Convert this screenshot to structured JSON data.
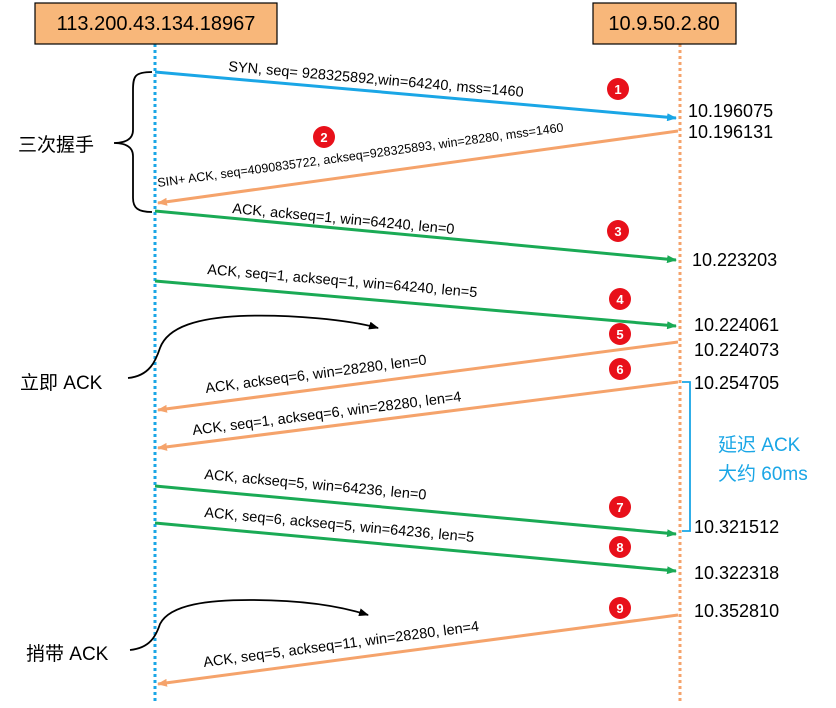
{
  "hosts": {
    "left": "113.200.43.134.18967",
    "right": "10.9.50.2.80"
  },
  "colors": {
    "syn_arrow": "#1aa6e6",
    "server_arrow": "#f5a36b",
    "client_arrow": "#1aaa55",
    "host_box": "#f8b77a",
    "badge": "#e8101a",
    "delay_text": "#1aa6e6"
  },
  "messages": [
    {
      "label": "SYN, seq= 928325892,win=64240, mss=1460",
      "badge": "1",
      "time": "10.196075"
    },
    {
      "label": "SIN+ ACK, seq=4090835722, ackseq=928325893, win=28280, mss=1460",
      "badge": "2",
      "time": "10.196131"
    },
    {
      "label": "ACK, ackseq=1, win=64240, len=0",
      "badge": "3",
      "time": "10.223203"
    },
    {
      "label": "ACK, seq=1, ackseq=1, win=64240, len=5",
      "badge": "4",
      "time": "10.224061"
    },
    {
      "label": "ACK, ackseq=6, win=28280, len=0",
      "badge": "5",
      "time": "10.224073"
    },
    {
      "label": "ACK, seq=1, ackseq=6, win=28280, len=4",
      "badge": "6",
      "time": "10.254705"
    },
    {
      "label": "ACK,  ackseq=5, win=64236, len=0",
      "badge": "7",
      "time": "10.321512"
    },
    {
      "label": "ACK,  seq=6, ackseq=5, win=64236, len=5",
      "badge": "8",
      "time": "10.322318"
    },
    {
      "label": "ACK, seq=5, ackseq=11, win=28280, len=4",
      "badge": "9",
      "time": "10.352810"
    }
  ],
  "annotations": {
    "handshake": "三次握手",
    "immediate_ack": "立即 ACK",
    "piggyback_ack": "捎带 ACK",
    "delay_line1": "延迟 ACK",
    "delay_line2": "大约 60ms"
  }
}
